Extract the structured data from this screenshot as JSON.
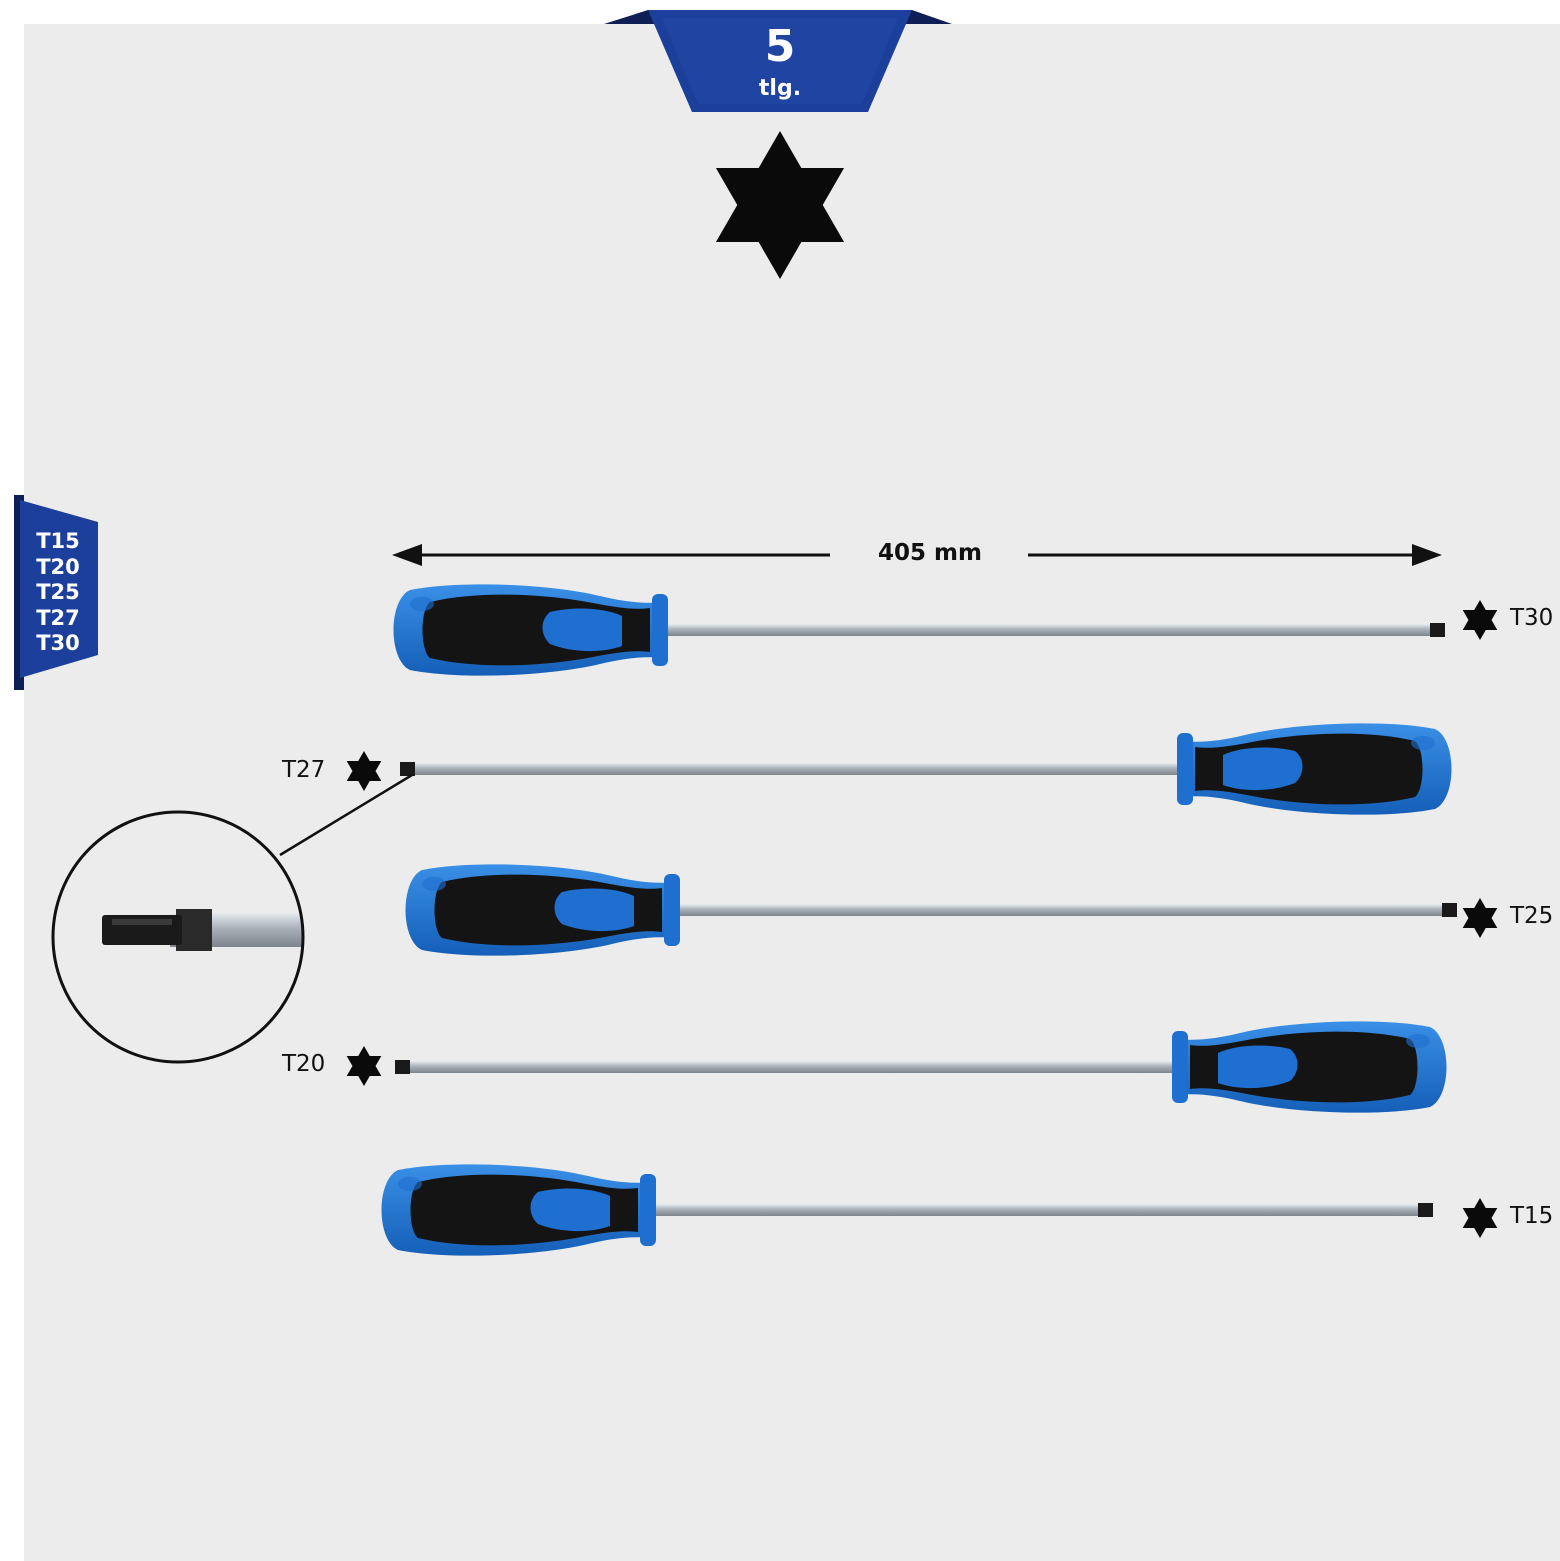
{
  "colors": {
    "background": "#ececec",
    "ribbon_blue": "#1b3f9a",
    "handle_blue": "#1f6fd1",
    "handle_black": "#121212",
    "shaft_silver": "#b9bfc6"
  },
  "set_badge": {
    "count": "5",
    "unit": "tlg."
  },
  "drive_icon": "torx-star-icon",
  "sizes_badge": {
    "sizes": [
      "T15",
      "T20",
      "T25",
      "T27",
      "T30"
    ]
  },
  "dimension": {
    "label": "405 mm"
  },
  "screwdrivers": [
    {
      "tip": "T30",
      "handle_side": "left"
    },
    {
      "tip": "T27",
      "handle_side": "right"
    },
    {
      "tip": "T25",
      "handle_side": "left"
    },
    {
      "tip": "T20",
      "handle_side": "right"
    },
    {
      "tip": "T15",
      "handle_side": "left"
    }
  ],
  "detail_view": {
    "subject": "tip-closeup"
  }
}
